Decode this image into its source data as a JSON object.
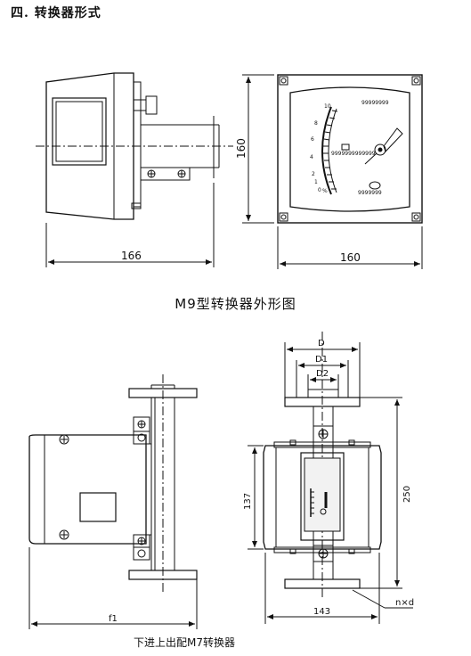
{
  "section_heading": "四. 转换器形式",
  "m9": {
    "caption": "M9型转换器外形图",
    "dims": {
      "width_side": "166",
      "width_front": "160",
      "height_front": "160"
    },
    "scale_labels": [
      "10",
      "8",
      "6",
      "4",
      "2",
      "1",
      "0"
    ],
    "badge_text": "99999999",
    "left_text_line": "9999999999999",
    "lower_text": "9999999",
    "percent_label": "%"
  },
  "m7": {
    "caption": "下进上出配M7转换器",
    "dims": {
      "D": "D",
      "D1": "D1",
      "D2": "D2",
      "h137": "137",
      "h250": "250",
      "w143": "143",
      "f1": "f1",
      "nxd": "n×d"
    }
  },
  "colors": {
    "line": "#111111",
    "window": "#f2f2f2"
  }
}
